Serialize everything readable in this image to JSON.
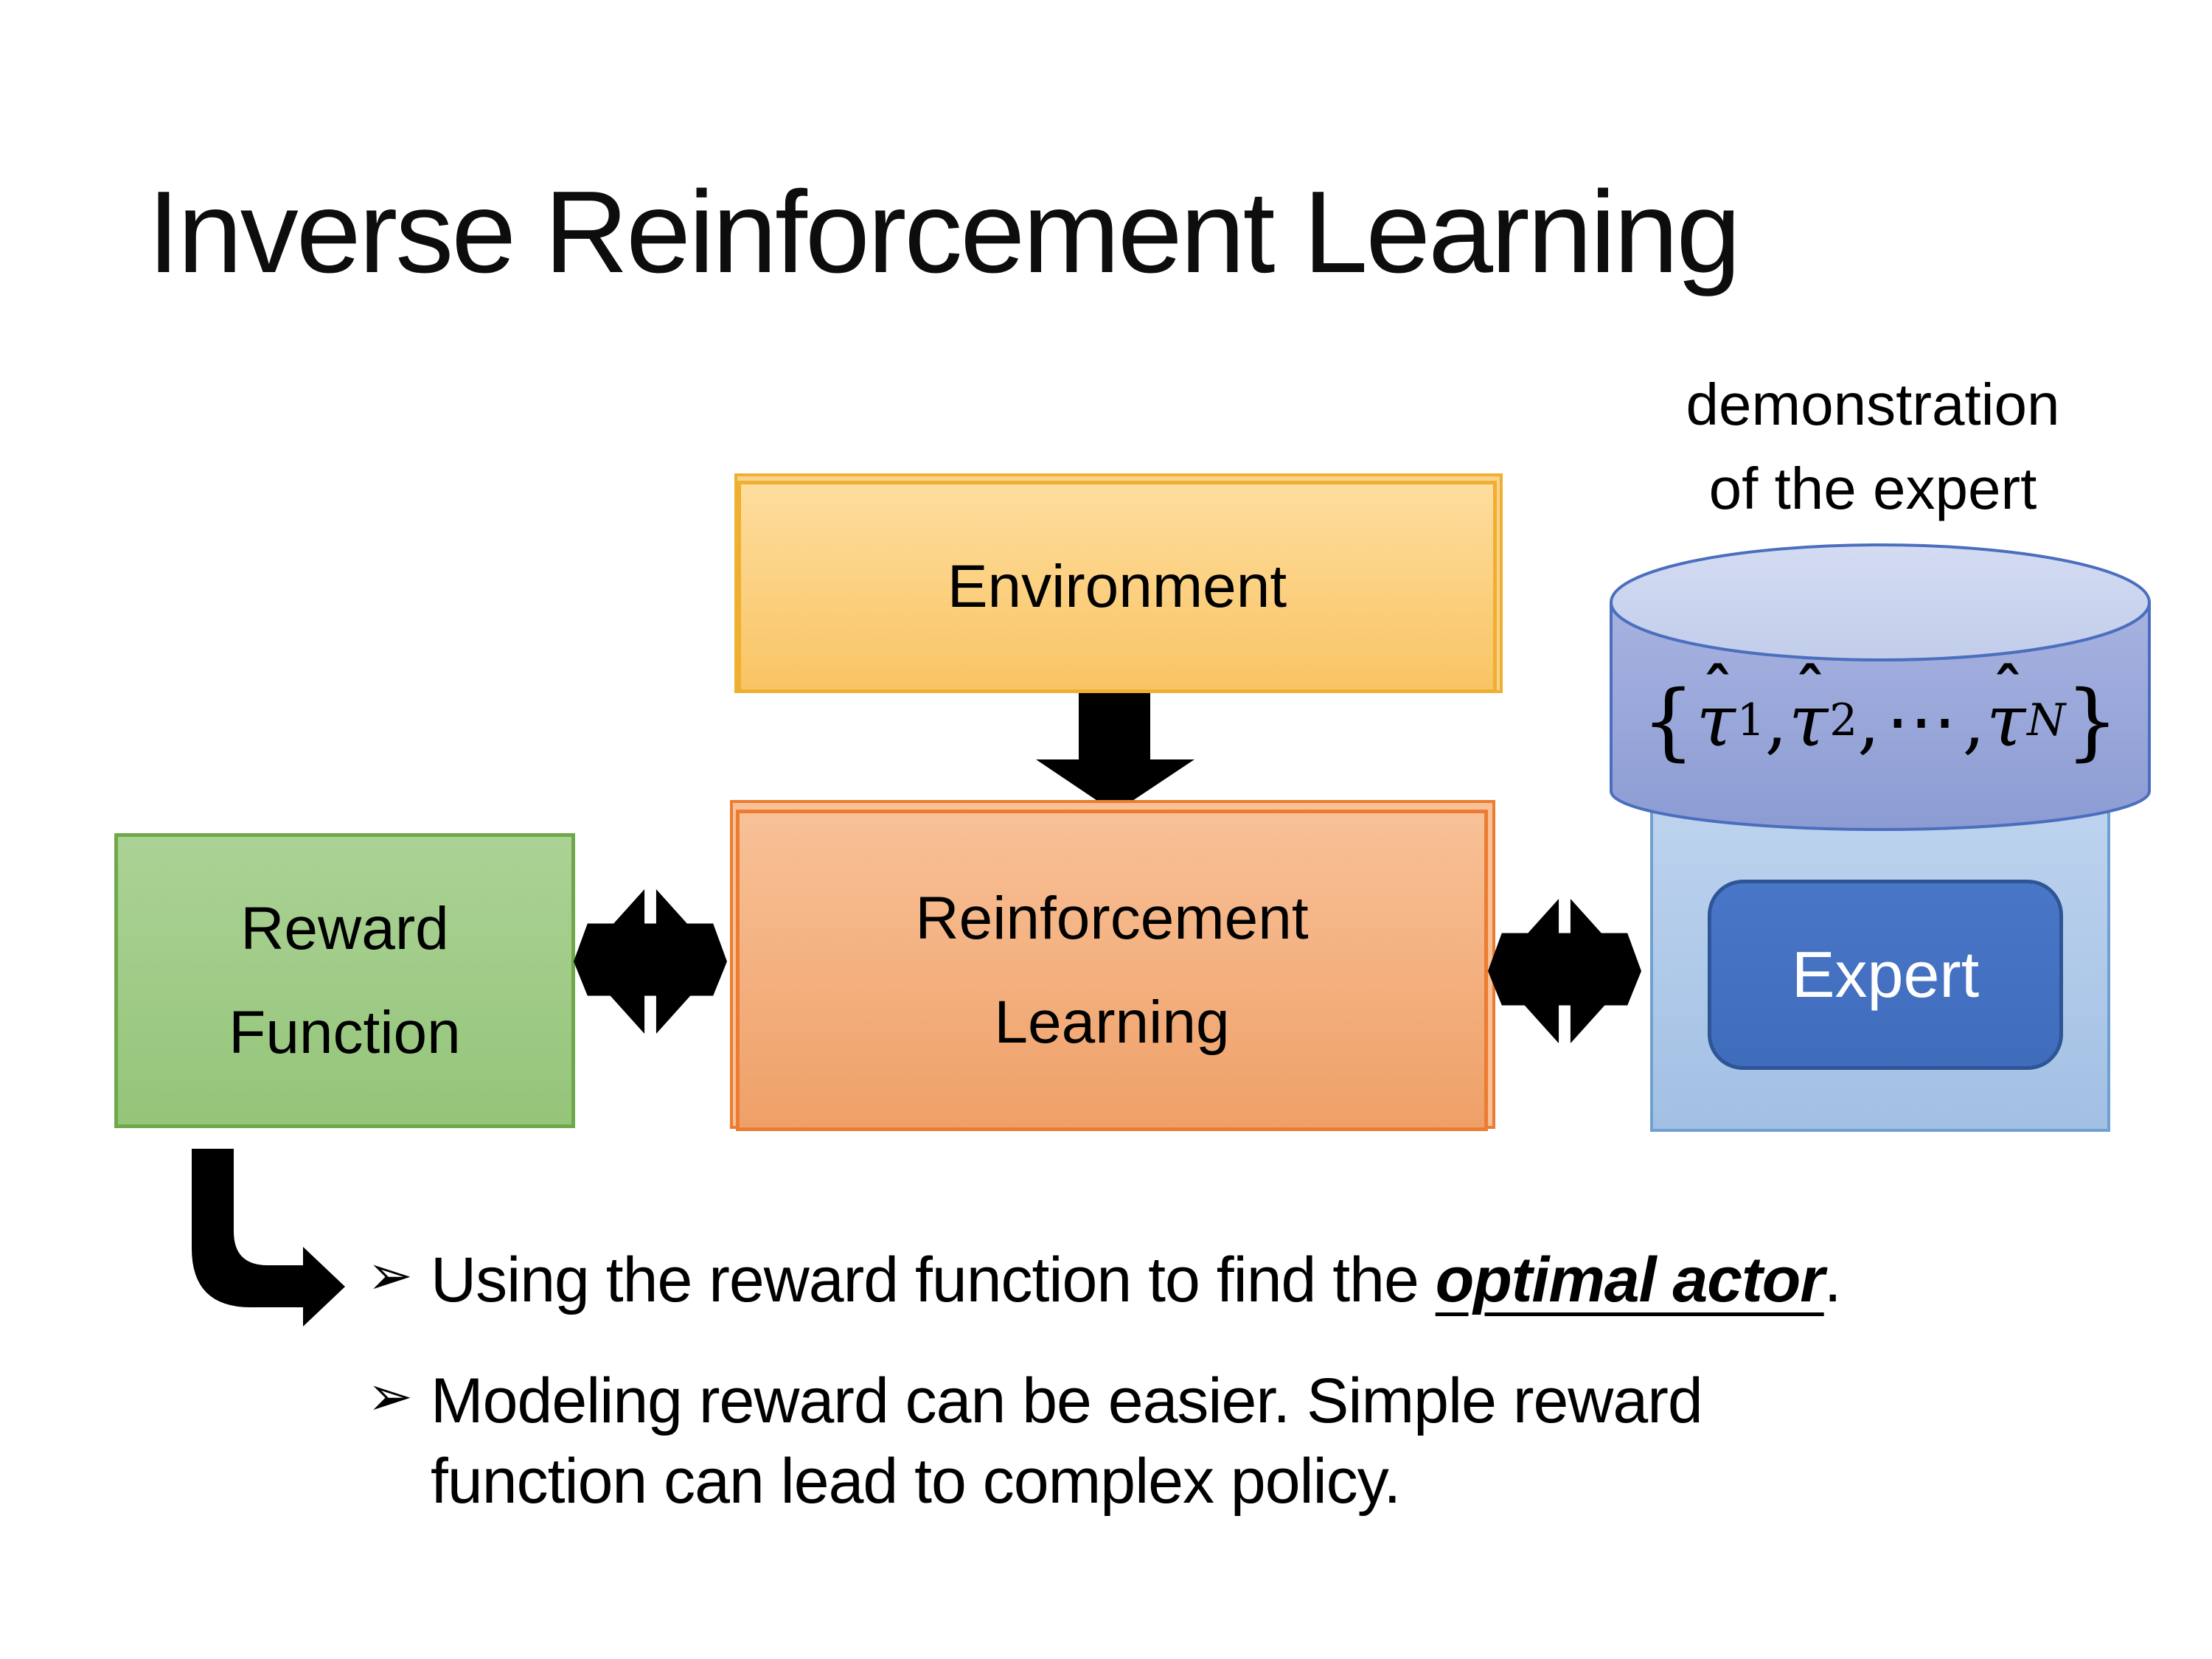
{
  "title": "Inverse Reinforcement Learning",
  "demo_label": {
    "line1": "demonstration",
    "line2": "of the expert"
  },
  "boxes": {
    "environment": {
      "label": "Environment"
    },
    "reward": {
      "label_line1": "Reward",
      "label_line2": "Function"
    },
    "rl": {
      "label_line1": "Reinforcement",
      "label_line2": "Learning"
    },
    "expert": {
      "label": "Expert"
    }
  },
  "cylinder": {
    "math": {
      "open": "{",
      "tau": "τ",
      "hat": "ˆ",
      "sub1": "1",
      "sub2": "2",
      "subN": "N",
      "comma": ", ",
      "dots": "⋯",
      "close": "}"
    }
  },
  "bullet_marker": "➢",
  "bullets": [
    {
      "prefix": "Using the reward function to find the ",
      "emphasis": "optimal actor",
      "suffix": "."
    },
    {
      "text": "Modeling reward can be easier. Simple reward function can lead to complex policy."
    }
  ],
  "colors": {
    "background": "#FFFFFF",
    "text": "#0D0D0D",
    "environment_fill": "#F9C464",
    "environment_border": "#EFAF31",
    "reward_fill": "#9CC97E",
    "reward_border": "#6FA84A",
    "rl_fill": "#F2A873",
    "rl_border": "#EC7C31",
    "expert_outer_fill": "#AECBEA",
    "expert_outer_border": "#6FA0CF",
    "expert_inner_fill": "#4472C4",
    "expert_inner_border": "#2E5596",
    "cylinder_top_fill": "#C9D3EE",
    "cylinder_body_fill": "#97A5D8",
    "cylinder_border": "#4B6EBE",
    "arrow_fill": "#000000"
  }
}
